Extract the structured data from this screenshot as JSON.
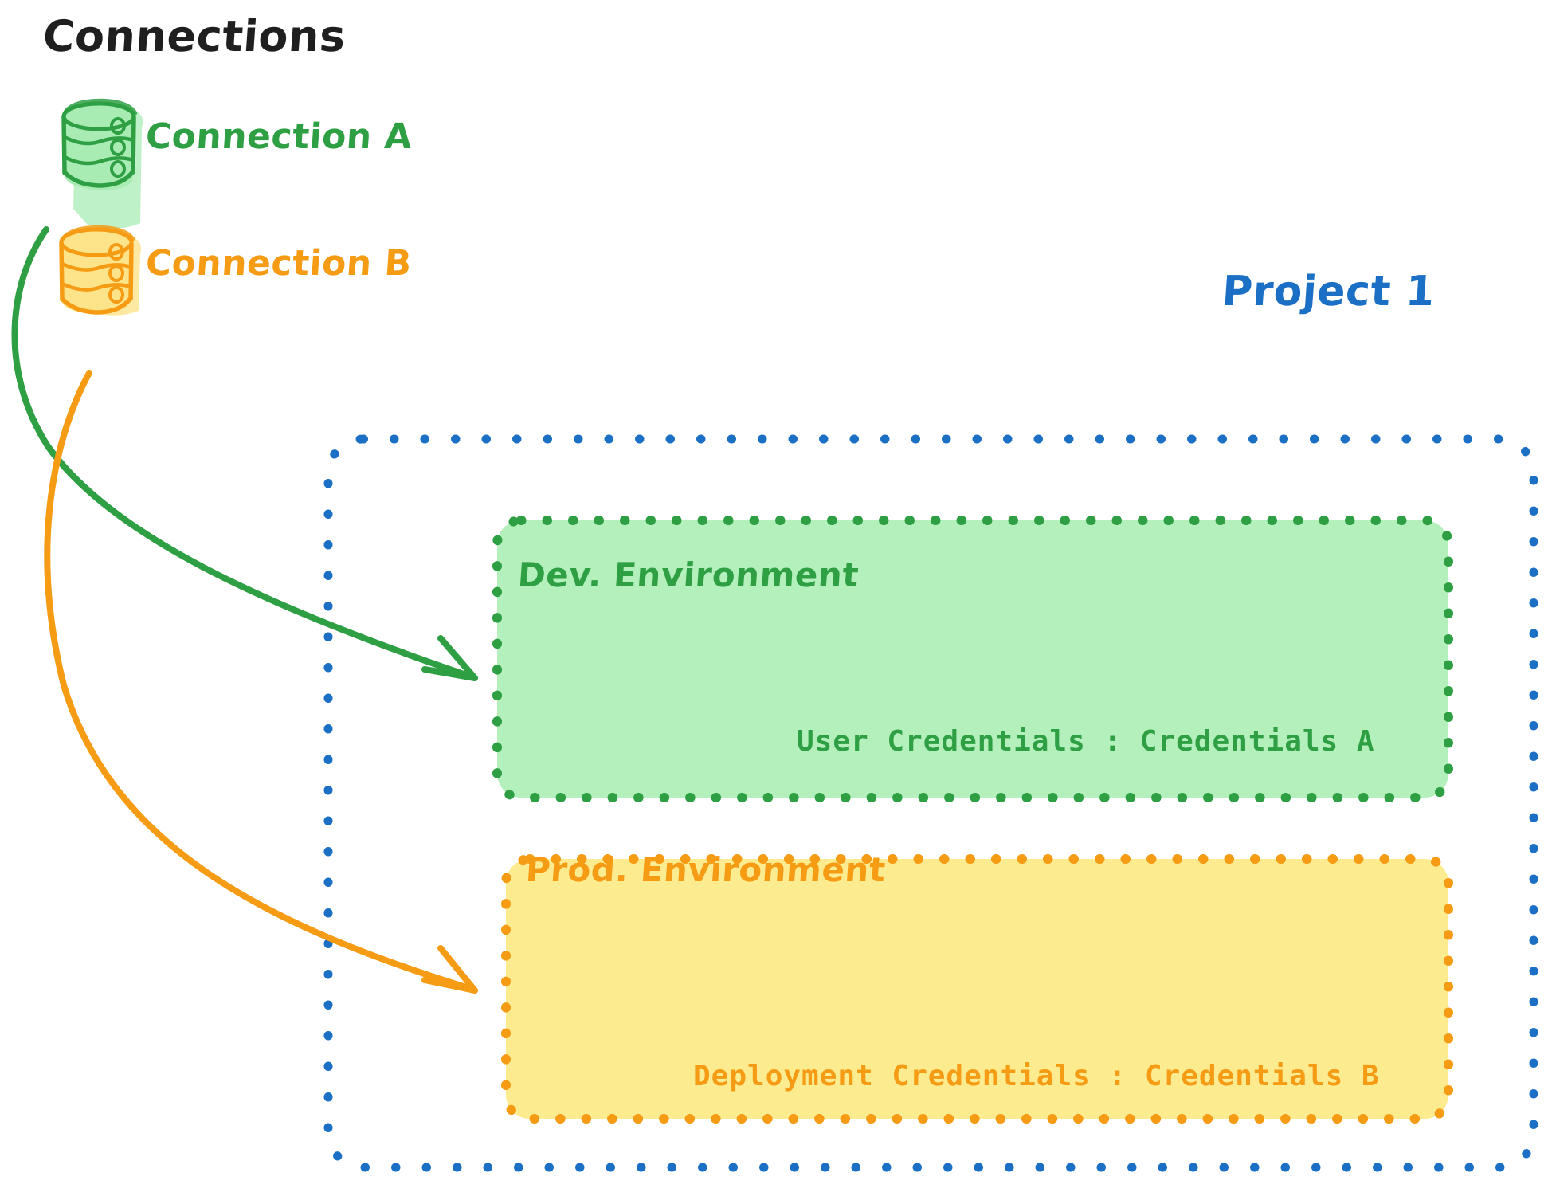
{
  "diagram": {
    "title": "Connections",
    "title_color": "#1f1f1f",
    "background": "#ffffff"
  },
  "connections": [
    {
      "icon": "database-cylinder-icon",
      "label": "Connection A",
      "color": "#2ea043",
      "fill": "#a8ecb4"
    },
    {
      "icon": "database-cylinder-icon",
      "label": "Connection B",
      "color": "#f59b14",
      "fill": "#fde38a"
    }
  ],
  "project": {
    "label": "Project 1",
    "color": "#1b6fc4",
    "border_style": "dotted",
    "environments": [
      {
        "name": "Dev. Environment",
        "credentials_key": "User Credentials",
        "credentials_separator": ":",
        "credentials_value": "Credentials A",
        "credentials_line": "User Credentials : Credentials A",
        "color": "#2ea043",
        "fill": "#b4f0bc",
        "border_style": "dotted",
        "source_connection": "Connection A"
      },
      {
        "name": "Prod. Environment",
        "credentials_key": "Deployment Credentials",
        "credentials_separator": ":",
        "credentials_value": "Credentials B",
        "credentials_line": "Deployment Credentials : Credentials B",
        "color": "#f59b14",
        "fill": "#fdeb90",
        "border_style": "dotted",
        "source_connection": "Connection B"
      }
    ]
  },
  "arrows": [
    {
      "name": "connection-a-to-dev",
      "color": "#2ea043"
    },
    {
      "name": "connection-b-to-prod",
      "color": "#f59b14"
    }
  ]
}
